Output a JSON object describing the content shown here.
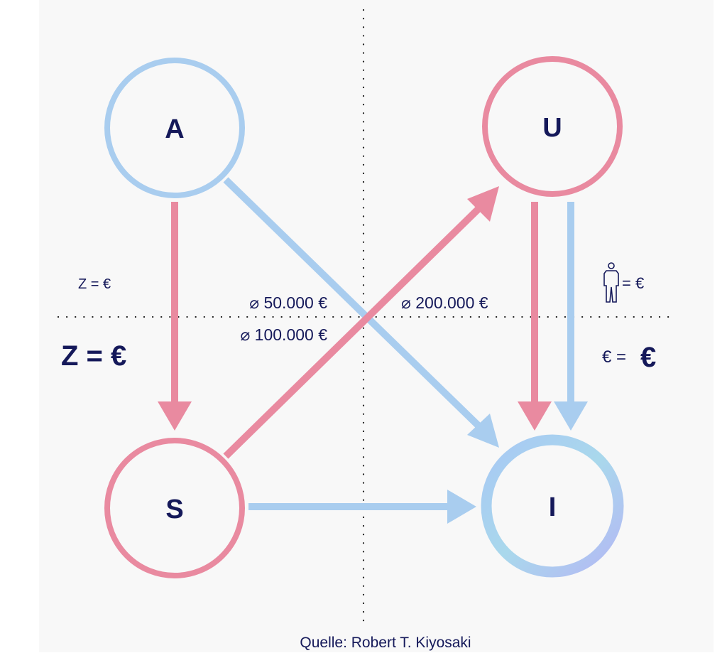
{
  "nodes": {
    "a": "A",
    "u": "U",
    "s": "S",
    "i": "I"
  },
  "labels": {
    "z_small": "Z = €",
    "z_big": "Z = €",
    "avg_50k": "⌀ 50.000 €",
    "avg_100k": "⌀ 100.000 €",
    "avg_200k": "⌀ 200.000 €",
    "person_eq": "= €",
    "euro_eq_left": "€ =",
    "euro_eq_right": "€"
  },
  "source": "Quelle: Robert T. Kiyosaki",
  "colors": {
    "blue": "#a9cdef",
    "pink": "#e98aa0",
    "text": "#15195a"
  }
}
